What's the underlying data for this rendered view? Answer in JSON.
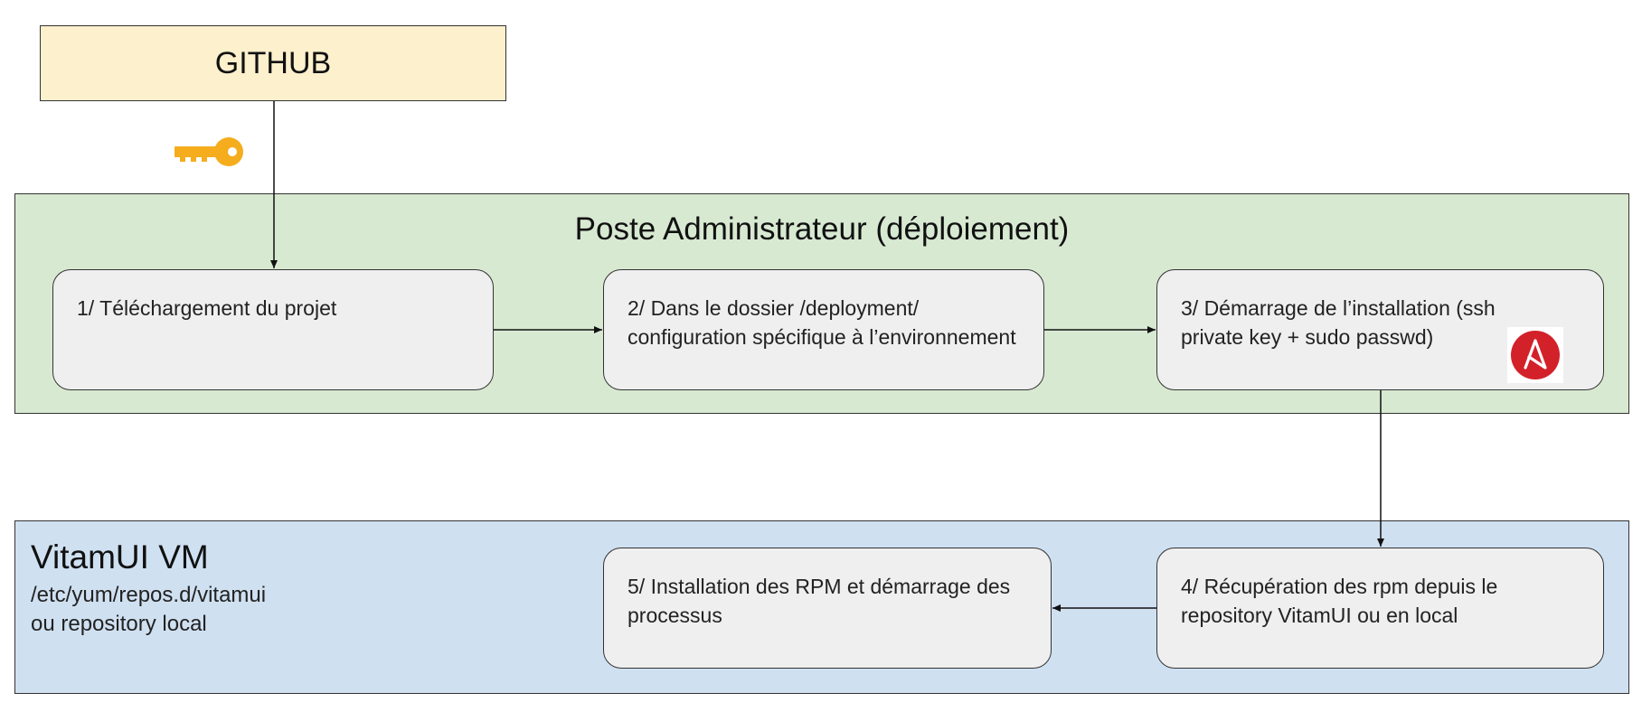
{
  "github": {
    "label": "GITHUB"
  },
  "admin": {
    "title": "Poste Administrateur (déploiement)",
    "steps": [
      "1/ Téléchargement du projet",
      "2/ Dans le dossier /deployment/ configuration spécifique à l’environnement",
      "3/  Démarrage de l’installation  (ssh private key + sudo passwd)"
    ]
  },
  "vm": {
    "title": "VitamUI VM",
    "subtitle_lines": [
      "/etc/yum/repos.d/vitamui",
      "ou repository local"
    ],
    "steps": [
      "4/  Récupération des rpm depuis le repository VitamUI ou en local",
      "5/  Installation des RPM et démarrage des processus"
    ]
  },
  "icons": {
    "key": "key-icon",
    "ansible": "ansible-logo-icon"
  },
  "colors": {
    "github_fill": "#fdf0cd",
    "admin_panel": "#d8e9d2",
    "vm_panel": "#cfe0f1",
    "step_fill": "#efefef",
    "key": "#f5ad1e",
    "ansible": "#d3212a"
  }
}
